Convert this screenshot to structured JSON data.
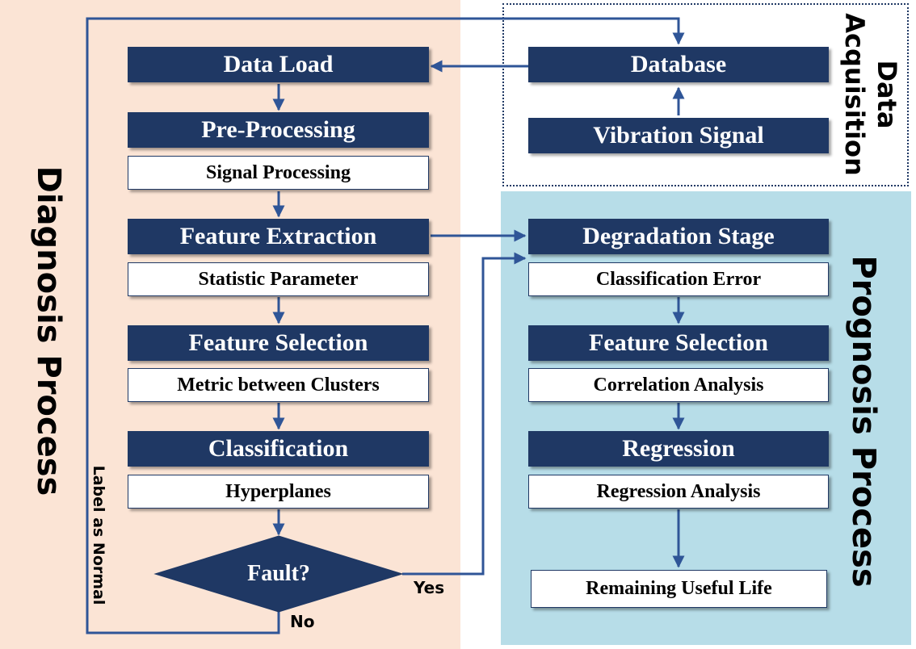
{
  "diagnosis": {
    "title": "Diagnosis Process",
    "data_load": "Data Load",
    "pre_processing": "Pre-Processing",
    "signal_processing": "Signal Processing",
    "feature_extraction": "Feature Extraction",
    "statistic_parameter": "Statistic Parameter",
    "feature_selection": "Feature Selection",
    "metric_between_clusters": "Metric between Clusters",
    "classification": "Classification",
    "hyperplanes": "Hyperplanes",
    "fault_decision": "Fault?",
    "yes_label": "Yes",
    "no_label": "No",
    "label_as_normal": "Label as Normal"
  },
  "acquisition": {
    "title": "Data Acquisition",
    "database": "Database",
    "vibration_signal": "Vibration Signal"
  },
  "prognosis": {
    "title": "Prognosis Process",
    "degradation_stage": "Degradation Stage",
    "classification_error": "Classification Error",
    "feature_selection": "Feature Selection",
    "correlation_analysis": "Correlation Analysis",
    "regression": "Regression",
    "regression_analysis": "Regression Analysis",
    "remaining_useful_life": "Remaining Useful  Life"
  },
  "colors": {
    "box_dark": "#1f3864",
    "diagnosis_bg": "#fbe4d5",
    "prognosis_bg": "#b7dde8",
    "line": "#2f5597"
  }
}
